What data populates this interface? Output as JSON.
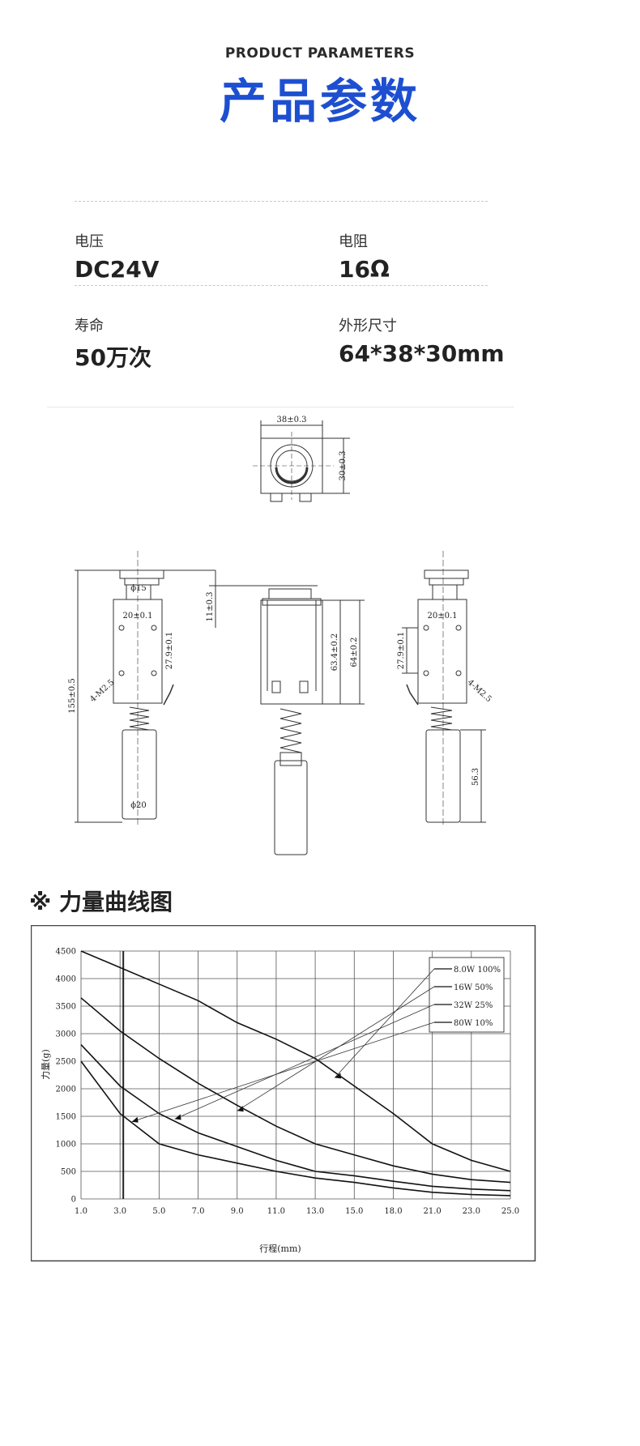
{
  "header": {
    "subtitle": "PRODUCT PARAMETERS",
    "title": "产品参数"
  },
  "params": [
    {
      "label": "电压",
      "value": "DC24V"
    },
    {
      "label": "电阻",
      "value": "16Ω"
    },
    {
      "label": "寿命",
      "value": "50万次"
    },
    {
      "label": "外形尺寸",
      "value": "64*38*30mm"
    }
  ],
  "drawing": {
    "dim_top_width": "38±0.3",
    "dim_top_height": "30±0.3",
    "dim_overall_length": "155±0.5",
    "dim_head_offset": "11±0.3",
    "dim_head_dia": "ϕ15",
    "dim_hole_spacing_h": "20±0.1",
    "dim_hole_spacing_v": "27.9±0.1",
    "dim_thread_left": "4-M2.5",
    "dim_thread_right": "4-M2.5",
    "dim_plunger_dia": "ϕ20",
    "dim_body_h1": "63.4±0.2",
    "dim_body_h2": "64±0.2",
    "dim_plunger_len": "56.3"
  },
  "force_section_title": "※ 力量曲线图",
  "chart_data": {
    "type": "line",
    "ylabel": "力量(g)",
    "xlabel": "行程(mm)",
    "ylim": [
      0,
      4500
    ],
    "xlim": [
      1.0,
      25.0
    ],
    "x_ticks": [
      "1.0",
      "3.0",
      "5.0",
      "7.0",
      "9.0",
      "11.0",
      "13.0",
      "15.0",
      "18.0",
      "21.0",
      "23.0",
      "25.0"
    ],
    "y_ticks": [
      "0",
      "500",
      "1000",
      "1500",
      "2000",
      "2500",
      "3000",
      "3500",
      "4000",
      "4500"
    ],
    "legend_position": "top-right",
    "grid": true,
    "series": [
      {
        "name": "8.0W 100%",
        "x": [
          1,
          3,
          5,
          7,
          9,
          11,
          13,
          15,
          18,
          21,
          23,
          25
        ],
        "values": [
          4500,
          4200,
          3900,
          3600,
          3200,
          2900,
          2550,
          2050,
          1550,
          1000,
          700,
          500
        ]
      },
      {
        "name": "16W 50%",
        "x": [
          1,
          3,
          5,
          7,
          9,
          11,
          13,
          15,
          18,
          21,
          23,
          25
        ],
        "values": [
          3650,
          3050,
          2550,
          2100,
          1700,
          1320,
          1000,
          800,
          600,
          450,
          350,
          300
        ]
      },
      {
        "name": "32W 25%",
        "x": [
          1,
          3,
          5,
          7,
          9,
          11,
          13,
          15,
          18,
          21,
          23,
          25
        ],
        "values": [
          2800,
          2050,
          1550,
          1200,
          950,
          700,
          500,
          420,
          320,
          230,
          180,
          150
        ]
      },
      {
        "name": "80W 10%",
        "x": [
          1,
          3,
          5,
          7,
          9,
          11,
          13,
          15,
          18,
          21,
          23,
          25
        ],
        "values": [
          2500,
          1550,
          1000,
          800,
          650,
          500,
          380,
          300,
          200,
          120,
          80,
          60
        ]
      }
    ]
  }
}
